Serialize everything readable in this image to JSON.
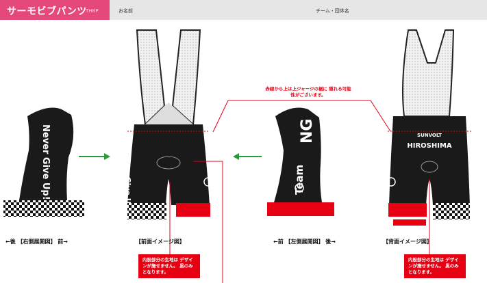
{
  "header": {
    "title": "サーモビブパンツ",
    "code": "THBP",
    "name_label": "お名前",
    "team_label": "チーム・団体名"
  },
  "captions": {
    "right_side": "←後 【右側展開図】 前→",
    "front": "【前面イメージ図】",
    "left_side": "←前 【左側展開図】 後→",
    "back": "【背面イメージ図】"
  },
  "notes": {
    "top": "赤線から上は上ジャージの裾に 隠れる可能性がございます。",
    "front_crotch": "内股部分の生地は デザインが施せません。 黒のみとなります。",
    "back_crotch": "内股部分の生地は デザインが施せません。 黒のみとなります。"
  },
  "print_text": {
    "never_give_up": "Never Give Up!",
    "team": "Team",
    "ng": "NG",
    "sunvolt": "SUNVOLT",
    "hiroshima": "HIROSHIMA"
  },
  "colors": {
    "brand_pink": "#e5497b",
    "header_gray": "#e6e6e6",
    "guide_red": "#e60012",
    "arrow_green": "#2a9a3a",
    "fabric_black": "#1a1a1a"
  }
}
